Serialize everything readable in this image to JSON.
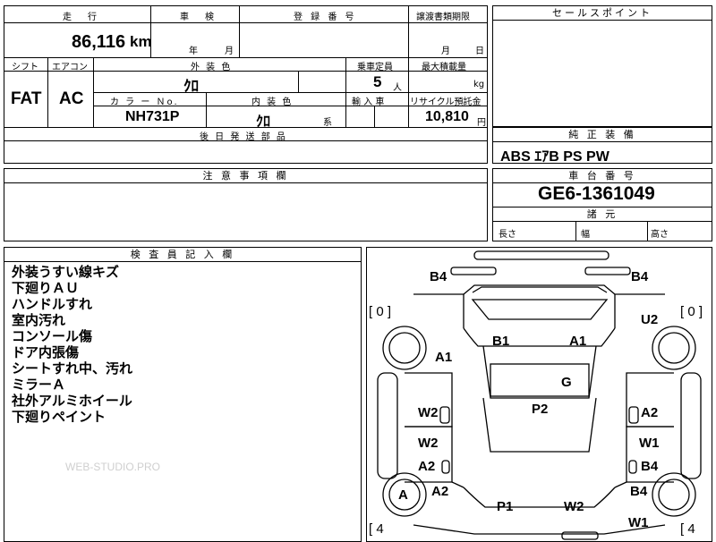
{
  "table": {
    "h_mileage": "走　行",
    "mileage_value": "86,116",
    "mileage_unit": "km",
    "h_inspection": "車　検",
    "inspection_year": "年",
    "inspection_month": "月",
    "h_registration": "登 録 番 号",
    "h_transfer_date": "譲渡書類期限",
    "transfer_month": "月",
    "transfer_day": "日",
    "h_shift": "シフト",
    "h_aircon": "エアコン",
    "h_ext_color": "外 装 色",
    "h_capacity": "乗車定員",
    "h_max_load": "最大積載量",
    "shift_value": "FAT",
    "aircon_value": "AC",
    "ext_color_value": "ｸﾛ",
    "capacity_value": "5",
    "capacity_unit": "人",
    "max_load_unit": "kg",
    "h_color_no": "カ ラ ー Ｎo.",
    "h_int_color": "内 装 色",
    "h_import": "輸 入 車",
    "h_recycle": "リサイクル預託金",
    "color_no_value": "NH731P",
    "int_color_value": "ｸﾛ",
    "int_color_suffix": "系",
    "recycle_value": "10,810",
    "recycle_unit": "円",
    "h_later_parts": "後 日 発 送 部 品"
  },
  "sales_point": {
    "header": "セールスポイント"
  },
  "equipment": {
    "header": "純 正 装 備",
    "value": "ABS ｴｱB PS PW"
  },
  "notes": {
    "header": "注 意 事 項 欄"
  },
  "chassis": {
    "header": "車 台 番 号",
    "value": "GE6-1361049",
    "dim_header": "諸 元",
    "length": "長さ",
    "width": "幅",
    "height": "高さ"
  },
  "inspector": {
    "header": "検 査 員 記 入 欄",
    "lines": [
      "外装うすい線キズ",
      "下廻りＡＵ",
      "ハンドルすれ",
      "室内汚れ",
      "コンソール傷",
      "ドア内張傷",
      "シートすれ中、汚れ",
      "ミラーＡ",
      "社外アルミホイール",
      "下廻りペイント"
    ]
  },
  "watermark": "WEB-STUDIO.PRO",
  "diagram": {
    "labels": {
      "b4_tl": "B4",
      "b4_tr": "B4",
      "br_l": "[ 0 ]",
      "br_r": "[ 0 ]",
      "u2": "U2",
      "b1": "B1",
      "a1_c": "A1",
      "a1_l": "A1",
      "g": "G",
      "w2_l": "W2",
      "p2": "P2",
      "a2_r": "A2",
      "w2_l2": "W2",
      "w1_r": "W1",
      "a2_l": "A2",
      "b4_r": "B4",
      "a_wheel": "A",
      "a2_l2": "A2",
      "b4_r2": "B4",
      "p1": "P1",
      "w2_c": "W2",
      "w1_r2": "W1",
      "br_bl": "[ 4",
      "br_br": "[ 4"
    }
  }
}
